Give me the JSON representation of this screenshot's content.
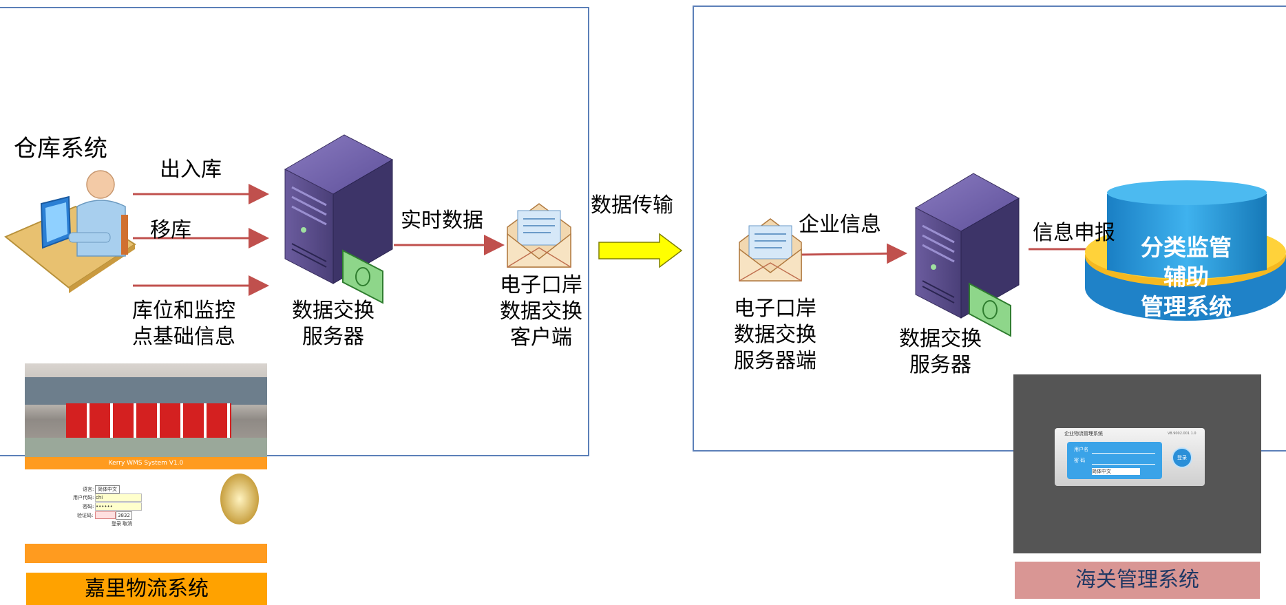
{
  "left": {
    "warehouse_system": "仓库系统",
    "arrow_in_out": "出入库",
    "arrow_move": "移库",
    "location_info": [
      "库位和监控",
      "点基础信息"
    ],
    "server_label": [
      "数据交换",
      "服务器"
    ],
    "realtime_data": "实时数据",
    "client_label": [
      "电子口岸",
      "数据交换",
      "客户端"
    ]
  },
  "transfer": "数据传输",
  "right": {
    "server_end_label": [
      "电子口岸",
      "数据交换",
      "服务器端"
    ],
    "enterprise_info": "企业信息",
    "server_label": [
      "数据交换",
      "服务器"
    ],
    "info_report": "信息申报",
    "db_label": [
      "分类监管",
      "辅助",
      "管理系统"
    ]
  },
  "kerry_screen": {
    "title": "Kerry WMS System V1.0",
    "lang_label": "语言:",
    "lang_value": "简体中文",
    "user_label": "用户代码:",
    "user_value": "chi",
    "pwd_label": "密码:",
    "pwd_value": "••••••",
    "code_label": "验证码:",
    "code_value": "3832",
    "login": "登录",
    "cancel": "取消",
    "caption": "嘉里物流系统"
  },
  "customs_screen": {
    "title": "企业物流管理系统",
    "version": "V8.9002.001 1.0",
    "user_label": "用户名",
    "pwd_label": "密 码",
    "lang_value": "简体中文",
    "login": "登录",
    "caption": "海关管理系统"
  },
  "colors": {
    "frame": "#5b7fb8",
    "arrow": "#c0504d",
    "transfer_arrow": "#ffff00",
    "caption_orange": "#ffa200",
    "caption_pink": "#d99694"
  }
}
